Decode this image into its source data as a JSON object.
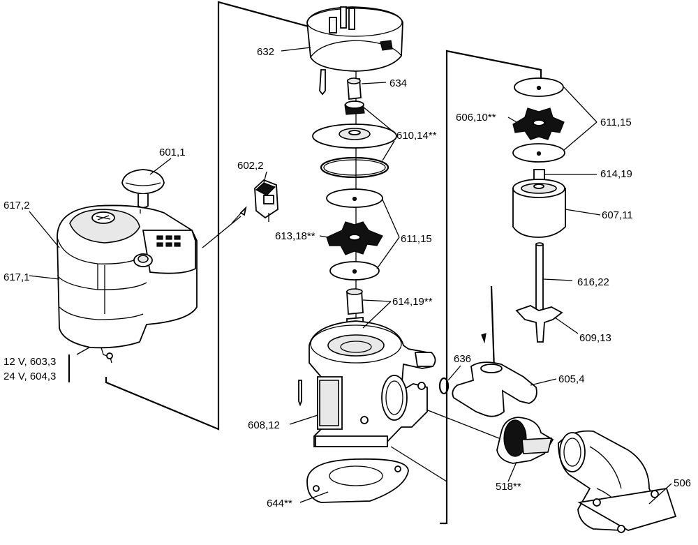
{
  "labels": {
    "l632": "632",
    "l634": "634",
    "l610_14": "610,14**",
    "l601_1": "601,1",
    "l602_2": "602,2",
    "l617_2": "617,2",
    "l617_1": "617,1",
    "l613_18": "613,18**",
    "l611_15_a": "611,15",
    "l614_19_a": "614,19**",
    "l603_3": "12 V, 603,3",
    "l604_3": "24 V, 604,3",
    "l608_12": "608,12",
    "l644": "644**",
    "l636": "636",
    "l606_10": "606,10**",
    "l611_15_b": "611,15",
    "l614_19_b": "614,19",
    "l607_11": "607,11",
    "l616_22": "616,22",
    "l609_13": "609,13",
    "l605_4": "605,4",
    "l518": "518**",
    "l506": "506"
  }
}
